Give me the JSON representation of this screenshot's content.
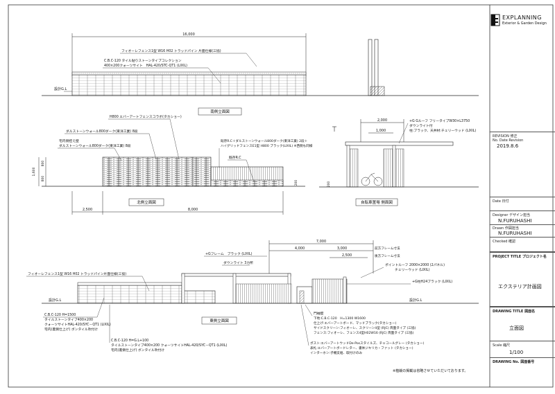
{
  "brand": {
    "name": "EXPLANNING",
    "tagline": "Exterior & Garden Design"
  },
  "views": {
    "south": {
      "title": "南側立面図",
      "dim_total": "16,000",
      "gl": "設計G.L",
      "note1": "フィオーレフェンス1型 W16 H02 トラッドパイン 片面仕様(三協)",
      "note2a": "C.B.C-120 タイル貼りストーンタイプコレクション",
      "note2b": "400×200クォーツサイト　HAL-420/STC-QT1 (LIXIL)"
    },
    "north": {
      "title": "北側立面図",
      "dim_left": "2,500",
      "dim_right": "8,000",
      "dim_h_total": "1,600",
      "dim_h_upper": "800",
      "dim_h_lower": "800",
      "dim_base": "200",
      "note1": "H800 エバーアートフェンスコラボ(タカショー)",
      "note2": "ダルストーンウォール800ダーク(東洋工業) 8段",
      "note3a": "宅内側控え壁",
      "note3b": "ダルストーンウォール800ダーク(東洋工業) 8段",
      "note4a": "既存R.C＋ダルストーンウォール800ダーク(東洋工業) 2段＋",
      "note4b": "ハイグリッドフェンスE1型 H800 ブラック(LIXIL) ※西側も同様",
      "note5": "既存R.C"
    },
    "bike": {
      "title": "自転車置場 側面図",
      "dim1": "2,000",
      "dim2": "1,000",
      "dim_h": "200",
      "note1": "+G Gルーフ フリータイプW30×L3750",
      "note2": "ダウンライト付",
      "note3": "柱:ブラック、天井材:チェリーウッド (LIXIL)"
    },
    "east": {
      "title": "東側立面図",
      "gl": "設計G.L",
      "gl2": "設計G.L",
      "dim_total": "7,000",
      "dim_a": "4,000",
      "dim_b": "3,000",
      "dim_c": "2,500",
      "note_front": "前方フレーム寸法",
      "note_back": "後方フレーム寸法",
      "note_g": "+Gフレーム　ブラック (LIXIL)",
      "note_down": "ダウンライト 3カ所",
      "note_fence": "フィオーレフェンス1型 W16 H02 トラッドパイン片面仕様(三協)",
      "note_point1": "ポイントルーフ 2000×2000 (2パネル)",
      "note_point2": "チェリーウッド (LIXIL)",
      "note_gkh": "+G柱H24ブラック (LIXIL)",
      "note_cbc1a": "C.B.C-120  H=1500",
      "note_cbc1b": "タイルストーンタイプ400×200",
      "note_cbc1c": "クォーツサイトHAL-420/SYC－QT1 (LIXIL)",
      "note_cbc1d": "宅内(裏側仕上げ) ボンタイル吹付け",
      "note_cbc2a": "C.B.C-120  H=G.L+100",
      "note_cbc2b": "タイルストーンタイプ400×200 クォーツサイトHAL-420/SYC－QT1 (LIXIL)",
      "note_cbc2c": "宅内(裏側仕上げ) ボンタイル吹付け",
      "mon1": "門袖壁",
      "mon2": "下地:C.B.C-120　H=1300 W1600",
      "mon3": "仕上げ:エバーアートボード、マッドブラック(タカショー)",
      "mon4": "サイドスクリーン:フィオーレ、スクリーン4型 (RJC) 両面タイプ (三協)",
      "mon5": "フェンス:フィオーレ、フェンス4型H02W16 (RJC) 両面タイプ (三協)",
      "post1": "ポスト:エバーアートウッドDe-Posスタイルズ、チャコールグレー (タカショー)",
      "post2": "表札:エバーアートボードレター、書体ジキリカ・ファット (タカショー)",
      "post3": "インターホン:子機支給、取付けのみ"
    },
    "footnote": "※植栽の掲載は省略させていただいております。"
  },
  "title_block": {
    "revision_label": "REVISION 修正",
    "revision_sub": "No. Date Revision",
    "revision_date": "2019.8.6",
    "date_label": "Date 日付",
    "designer_label": "Designer デザイン担当",
    "designer": "N.FURUHASHI",
    "drawn_label": "Drawn 作図担当",
    "drawn": "N.FURUHASHI",
    "checked_label": "Checked 確認",
    "project_label": "PROJECT TITLE プロジェクト名",
    "project": "エクステリア計画図",
    "drawing_label": "DRAWING TITLE 図面名",
    "drawing": "立面図",
    "scale_label": "Scale 縮尺",
    "scale": "1/100",
    "drawing_no_label": "DRAWING No. 図面番号"
  }
}
